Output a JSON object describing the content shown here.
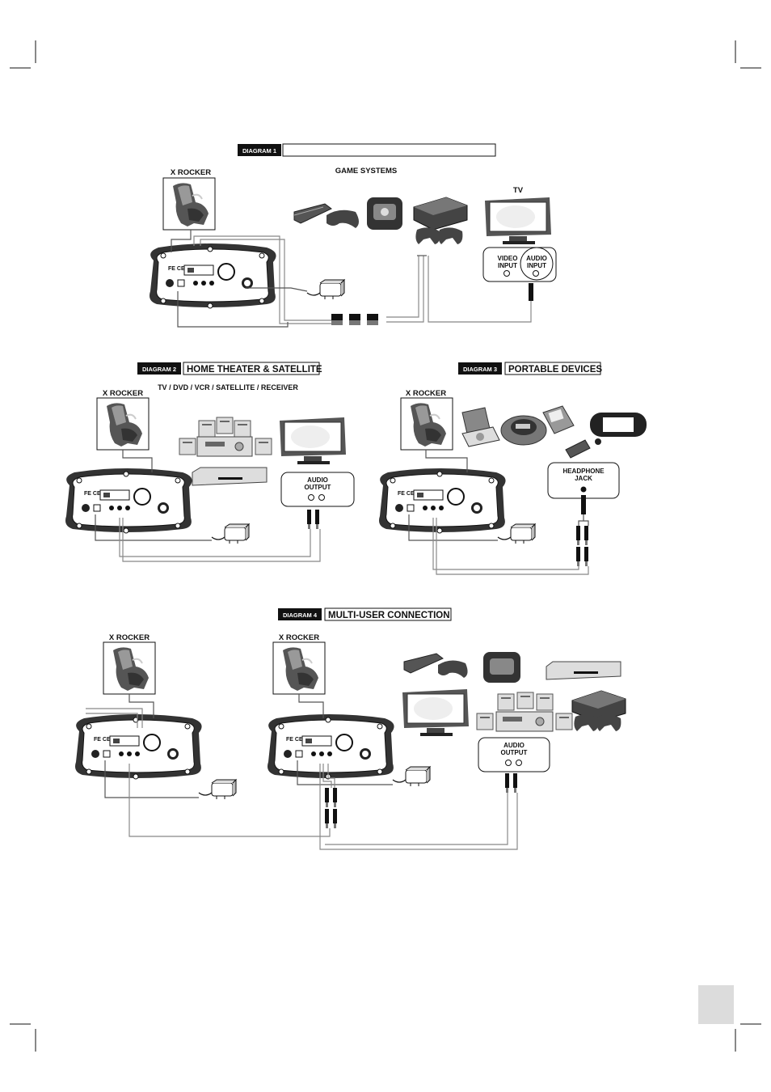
{
  "colors": {
    "tag_bg": "#111111",
    "page_tab": "#dddddd",
    "line": "#111111",
    "cable": "#888888"
  },
  "diagram1": {
    "tag": "DIAGRAM 1",
    "title": "",
    "chair_label": "X ROCKER",
    "games_label": "GAME SYSTEMS",
    "tv_label": "TV",
    "video_input": [
      "VIDEO",
      "INPUT"
    ],
    "audio_input": [
      "AUDIO",
      "INPUT"
    ]
  },
  "diagram2": {
    "tag": "DIAGRAM 2",
    "title": "HOME THEATER & SATELLITE",
    "chair_label": "X ROCKER",
    "devices_label": "TV / DVD / VCR / SATELLITE / RECEIVER",
    "audio_output": [
      "AUDIO",
      "OUTPUT"
    ]
  },
  "diagram3": {
    "tag": "DIAGRAM 3",
    "title": "PORTABLE DEVICES",
    "chair_label": "X ROCKER",
    "headphone_jack": [
      "HEADPHONE",
      "JACK"
    ]
  },
  "diagram4": {
    "tag": "DIAGRAM 4",
    "title": "MULTI-USER CONNECTION",
    "chair_label_1": "X ROCKER",
    "chair_label_2": "X ROCKER",
    "audio_output": [
      "AUDIO",
      "OUTPUT"
    ]
  },
  "icons": [
    "chair-icon",
    "control-panel-icon",
    "power-adapter-icon",
    "game-console-icon",
    "gamepad-icon",
    "tv-icon",
    "speaker-icon",
    "receiver-icon",
    "dvd-player-icon",
    "portable-dvd-icon",
    "cd-player-icon",
    "handheld-console-icon",
    "mp3-player-icon",
    "rca-plug-icon"
  ]
}
